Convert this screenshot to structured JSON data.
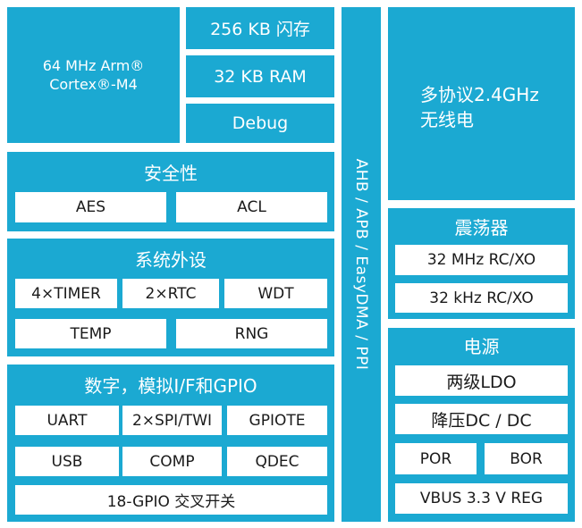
{
  "colors": {
    "block": "#1ba9d2",
    "box": "#ffffff",
    "box_text": "#1a1a1a",
    "title_text": "#ffffff"
  },
  "cpu": {
    "line1": "64 MHz Arm®",
    "line2": "Cortex®-M4"
  },
  "memory": {
    "flash": "256 KB 闪存",
    "ram": "32 KB RAM",
    "debug": "Debug"
  },
  "bus": {
    "label": "AHB / APB / EasyDMA / PPI"
  },
  "radio": {
    "line1": "多协议2.4GHz",
    "line2": "无线电"
  },
  "security": {
    "title": "安全性",
    "items": [
      "AES",
      "ACL"
    ]
  },
  "system": {
    "title": "系统外设",
    "row1": [
      "4×TIMER",
      "2×RTC",
      "WDT"
    ],
    "row2": [
      "TEMP",
      "RNG"
    ]
  },
  "digital": {
    "title": "数字，模拟I/F和GPIO",
    "row1": [
      "UART",
      "2×SPI/TWI",
      "GPIOTE"
    ],
    "row2": [
      "USB",
      "COMP",
      "QDEC"
    ],
    "row3": "18-GPIO 交叉开关"
  },
  "oscillator": {
    "title": "震荡器",
    "items": [
      "32 MHz RC/XO",
      "32 kHz RC/XO"
    ]
  },
  "power": {
    "title": "电源",
    "items": [
      "两级LDO",
      "降压DC / DC"
    ],
    "pair": [
      "POR",
      "BOR"
    ],
    "reg": "VBUS 3.3 V REG"
  }
}
